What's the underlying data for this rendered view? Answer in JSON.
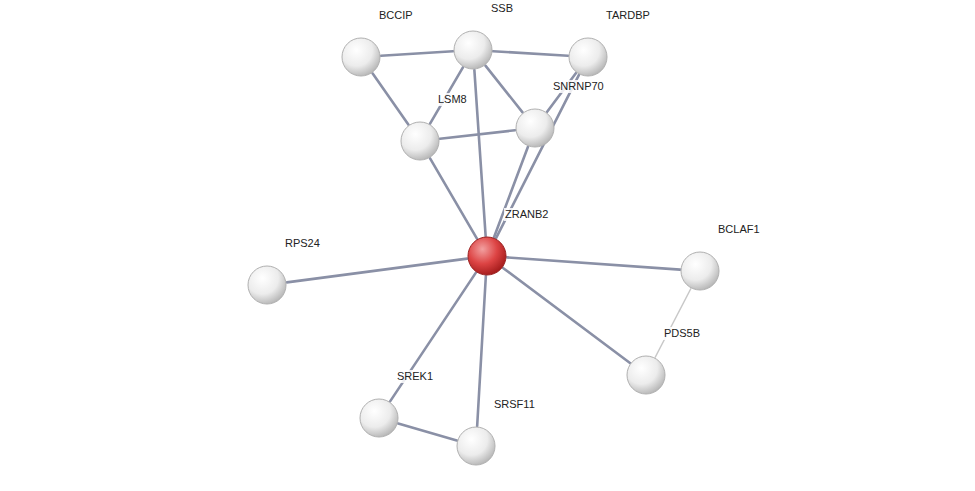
{
  "diagram": {
    "nodes": [
      {
        "text": [
          "BCCIP"
        ]
      },
      {
        "text": [
          "SSB"
        ]
      },
      {
        "text": [
          "TARDBP"
        ]
      },
      {
        "text": [
          "LSM8"
        ]
      },
      {
        "text": [
          "SNRNP70"
        ]
      },
      {
        "text": [
          "ZRANB2"
        ]
      },
      {
        "text": [
          "RPS24"
        ]
      },
      {
        "text": [
          "BCLAF1"
        ]
      },
      {
        "text": [
          "PDS5B"
        ]
      },
      {
        "text": [
          "SREK1"
        ]
      },
      {
        "text": [
          "SRSF11"
        ]
      }
    ],
    "edges": [
      {
        "from": 0,
        "to": 1,
        "arrow": "none"
      },
      {
        "from": 0,
        "to": 3,
        "arrow": "none"
      },
      {
        "from": 1,
        "to": 2,
        "arrow": "none"
      },
      {
        "from": 1,
        "to": 3,
        "arrow": "none"
      },
      {
        "from": 1,
        "to": 4,
        "arrow": "none"
      },
      {
        "from": 1,
        "to": 5,
        "arrow": "none"
      },
      {
        "from": 2,
        "to": 4,
        "arrow": "none"
      },
      {
        "from": 2,
        "to": 5,
        "arrow": "none"
      },
      {
        "from": 3,
        "to": 4,
        "arrow": "none"
      },
      {
        "from": 3,
        "to": 5,
        "arrow": "none"
      },
      {
        "from": 4,
        "to": 5,
        "arrow": "none"
      },
      {
        "from": 5,
        "to": 6,
        "arrow": "none"
      },
      {
        "from": 5,
        "to": 7,
        "arrow": "none"
      },
      {
        "from": 5,
        "to": 8,
        "arrow": "none"
      },
      {
        "from": 5,
        "to": 9,
        "arrow": "none"
      },
      {
        "from": 5,
        "to": 10,
        "arrow": "none"
      },
      {
        "from": 9,
        "to": 10,
        "arrow": "none"
      },
      {
        "from": 7,
        "to": 8,
        "arrow": "none"
      }
    ]
  }
}
